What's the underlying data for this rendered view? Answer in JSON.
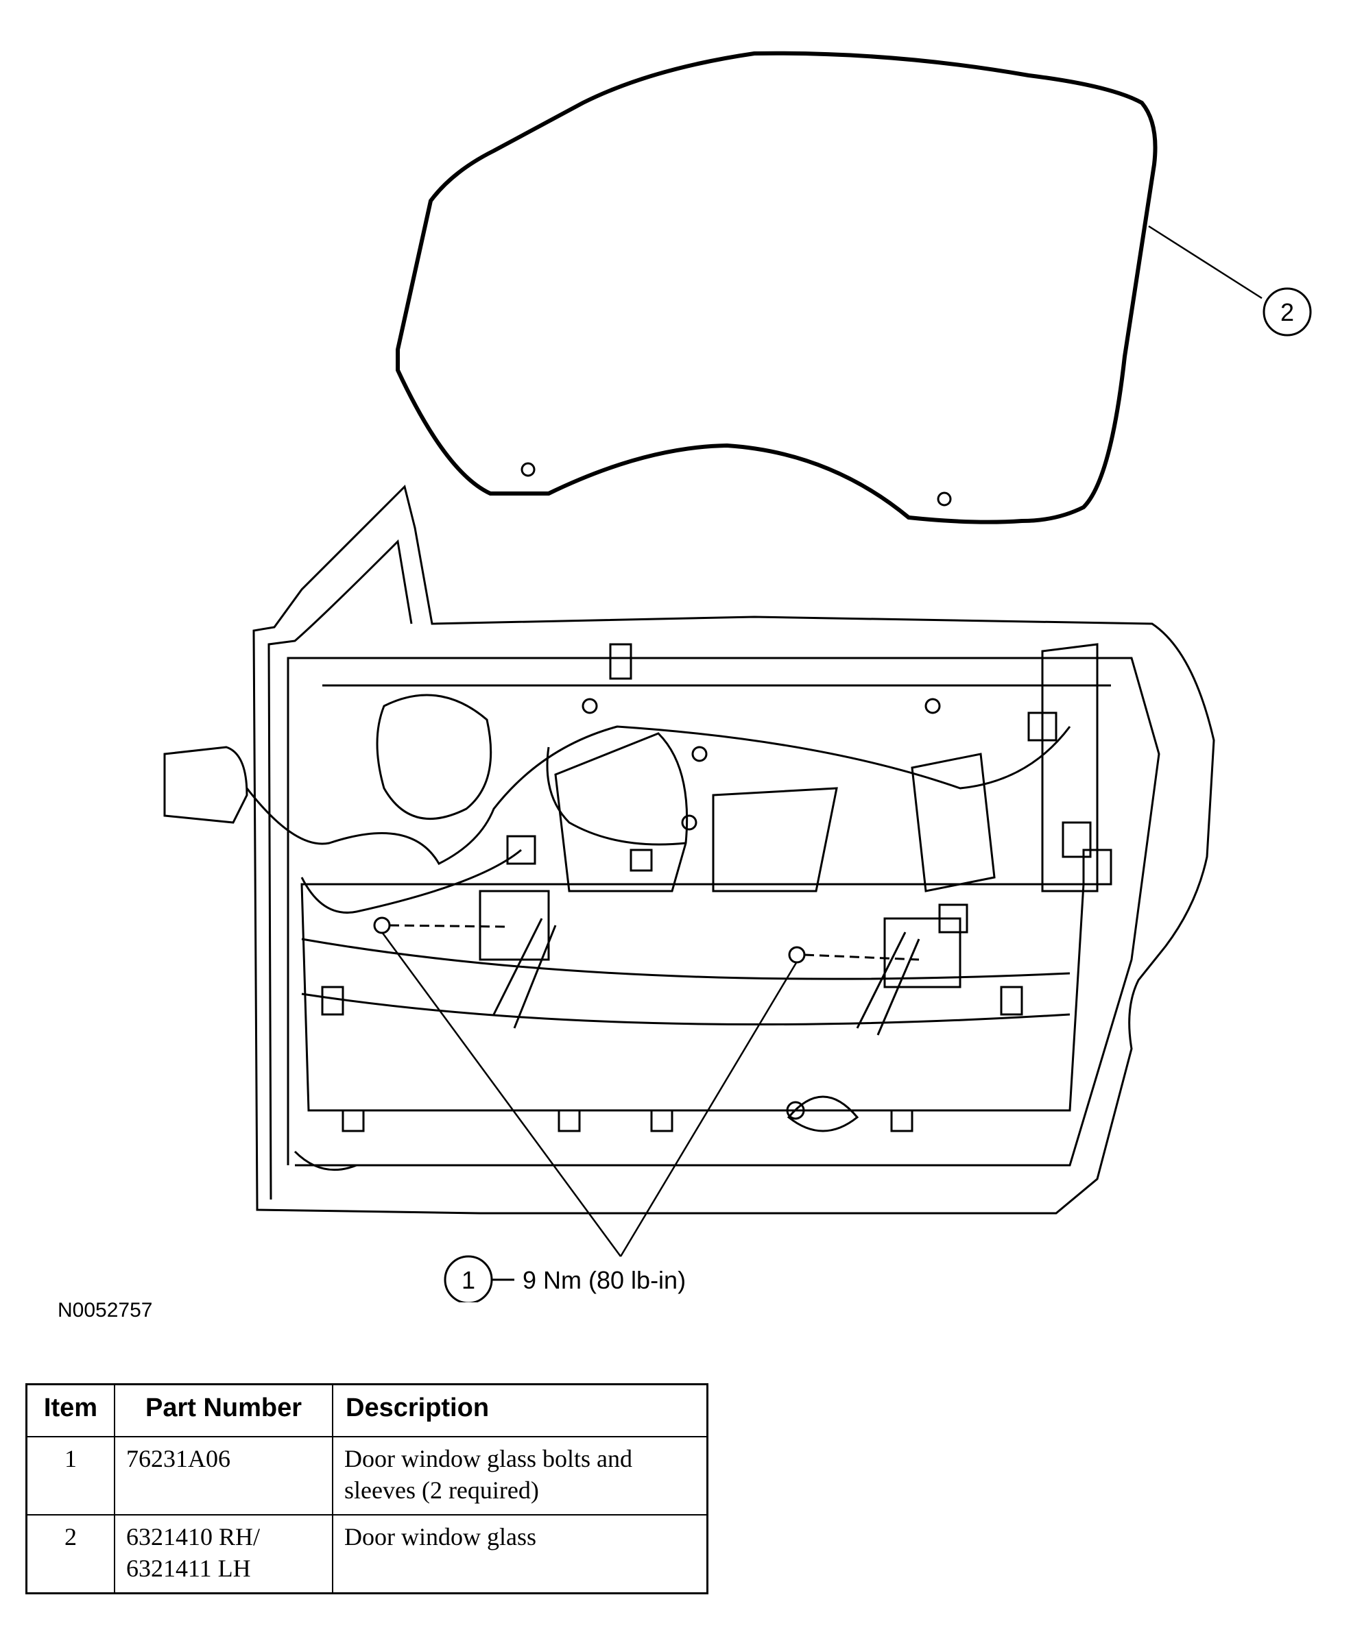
{
  "diagram": {
    "callouts": [
      {
        "number": "1",
        "label": "9 Nm (80 lb-in)"
      },
      {
        "number": "2",
        "label": ""
      }
    ],
    "figure_id": "N0052757"
  },
  "table": {
    "headers": {
      "item": "Item",
      "part_number": "Part Number",
      "description": "Description"
    },
    "rows": [
      {
        "item": "1",
        "part_number": [
          "76231A06"
        ],
        "description": [
          "Door window glass bolts and",
          "sleeves (2 required)"
        ]
      },
      {
        "item": "2",
        "part_number": [
          "6321410 RH/",
          "6321411 LH"
        ],
        "description": [
          "Door window glass"
        ]
      }
    ]
  }
}
